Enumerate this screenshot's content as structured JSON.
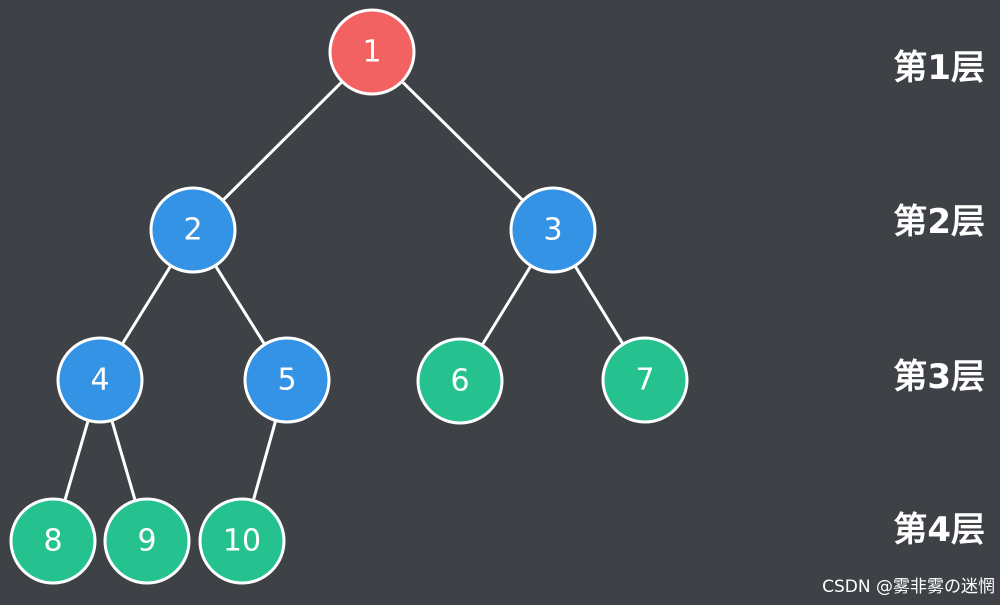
{
  "colors": {
    "background": "#3e4146",
    "root": "#f26262",
    "internal": "#3593e6",
    "leaf": "#25c28f",
    "stroke": "#ffffff"
  },
  "tree": {
    "nodes": [
      {
        "id": 1,
        "label": "1",
        "type": "root",
        "parent": null
      },
      {
        "id": 2,
        "label": "2",
        "type": "internal",
        "parent": 1
      },
      {
        "id": 3,
        "label": "3",
        "type": "internal",
        "parent": 1
      },
      {
        "id": 4,
        "label": "4",
        "type": "internal",
        "parent": 2
      },
      {
        "id": 5,
        "label": "5",
        "type": "internal",
        "parent": 2
      },
      {
        "id": 6,
        "label": "6",
        "type": "leaf",
        "parent": 3
      },
      {
        "id": 7,
        "label": "7",
        "type": "leaf",
        "parent": 3
      },
      {
        "id": 8,
        "label": "8",
        "type": "leaf",
        "parent": 4
      },
      {
        "id": 9,
        "label": "9",
        "type": "leaf",
        "parent": 4
      },
      {
        "id": 10,
        "label": "10",
        "type": "leaf",
        "parent": 5
      }
    ]
  },
  "levels": [
    "第1层",
    "第2层",
    "第3层",
    "第4层"
  ],
  "watermark": "CSDN @雾非雾の迷惘"
}
